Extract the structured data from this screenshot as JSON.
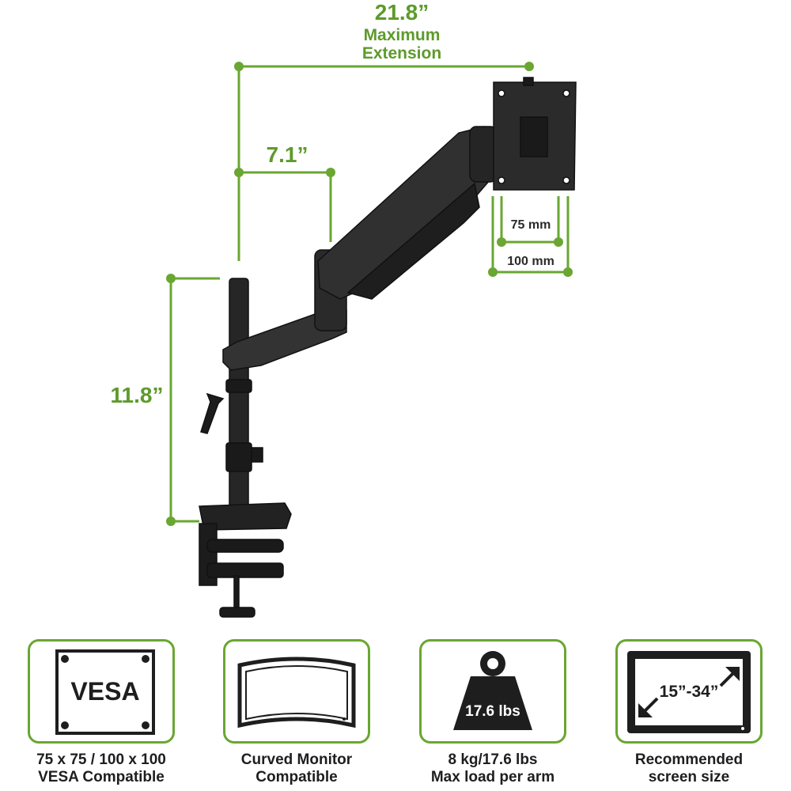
{
  "dimensions": {
    "max_extension_value": "21.8”",
    "max_extension_label_line1": "Maximum",
    "max_extension_label_line2": "Extension",
    "arm_offset_value": "7.1”",
    "pole_height_value": "11.8”",
    "vesa_small": "75 mm",
    "vesa_large": "100 mm"
  },
  "features": [
    {
      "icon_text": "VESA",
      "caption_line1": "75 x 75 / 100 x 100",
      "caption_line2": "VESA Compatible"
    },
    {
      "icon_text": "",
      "caption_line1": "Curved Monitor",
      "caption_line2": "Compatible"
    },
    {
      "icon_text": "17.6 lbs",
      "caption_line1": "8 kg/17.6 lbs",
      "caption_line2": "Max load per arm"
    },
    {
      "icon_text": "15”-34”",
      "caption_line1": "Recommended",
      "caption_line2": "screen size"
    }
  ],
  "colors": {
    "accent_green": "#6aa632",
    "text_green": "#5e9a2c",
    "product_black": "#1f1f1f"
  }
}
